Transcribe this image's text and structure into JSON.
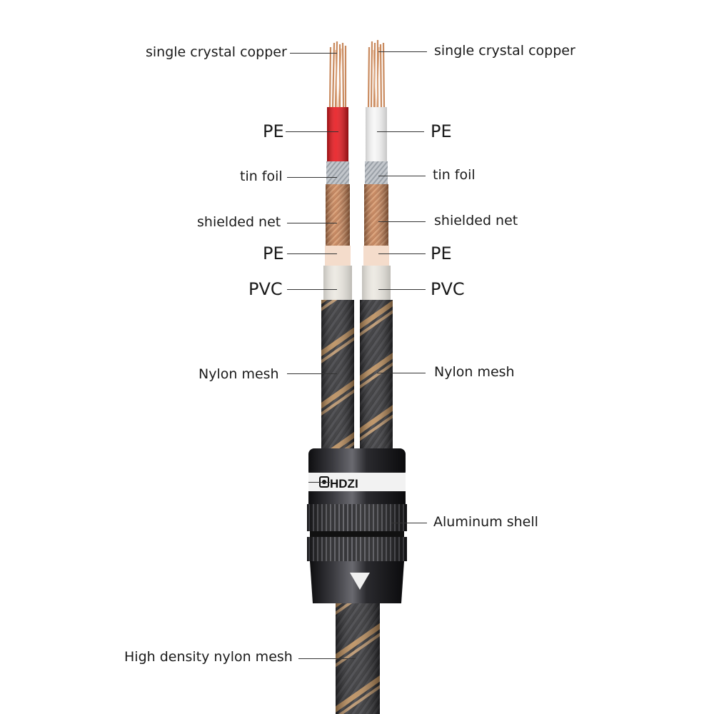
{
  "brand": "HDZI",
  "labels": {
    "left": {
      "copper": "single crystal copper",
      "pe_top": "PE",
      "tin_foil": "tin foil",
      "shielded_net": "shielded net",
      "pe_inner": "PE",
      "pvc": "PVC",
      "nylon_mesh": "Nylon mesh",
      "high_density": "High density nylon mesh"
    },
    "right": {
      "copper": "single crystal copper",
      "pe_top": "PE",
      "tin_foil": "tin foil",
      "shielded_net": "shielded net",
      "pe_inner": "PE",
      "pvc": "PVC",
      "nylon_mesh": "Nylon mesh",
      "aluminum_shell": "Aluminum shell"
    }
  },
  "colors": {
    "copper": "#c98a5e",
    "pe_red": "#e8141a",
    "pe_white": "#f7f7f7",
    "tin": "#b9bdc3",
    "inner_pe": "#f4dccb",
    "pvc": "#ece9e2",
    "braid_dark": "#2b2b2e",
    "braid_gold": "#c8955c",
    "shell": "#1d1d20"
  }
}
